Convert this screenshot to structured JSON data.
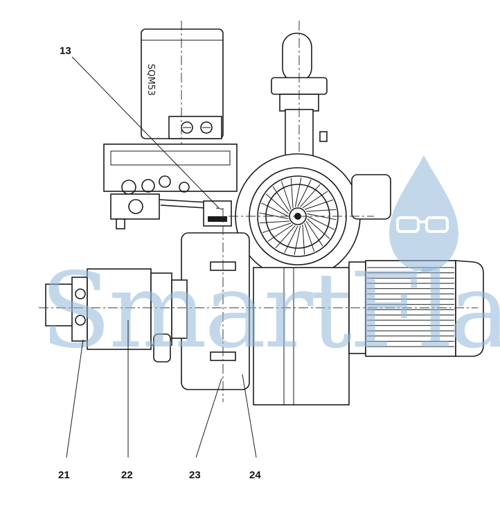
{
  "plate_text": "SQM53",
  "callouts": {
    "c13": "13",
    "c21": "21",
    "c22": "22",
    "c23": "23",
    "c24": "24"
  },
  "watermark": {
    "text": "SmartFlam",
    "color": "#8fb8d8"
  }
}
